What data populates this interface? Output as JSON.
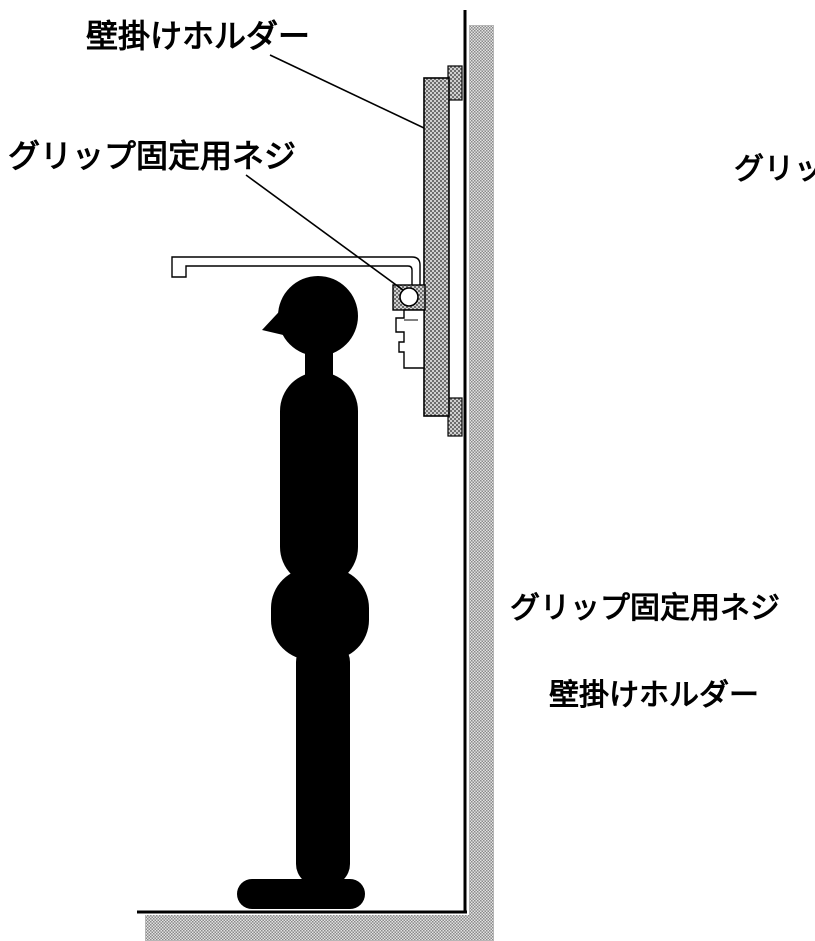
{
  "labels": {
    "wall_holder": "壁掛けホルダー",
    "grip_screw": "グリップ固定用ネジ",
    "grip_partial": "グリッ",
    "grip_screw_repeat": "グリップ固定用ネジ",
    "wall_holder_repeat": "壁掛けホルダー"
  },
  "colors": {
    "ink": "#000000",
    "hatch_dark": "#7a7a7a",
    "hatch_light": "#c8c8c8",
    "paper": "#ffffff"
  }
}
